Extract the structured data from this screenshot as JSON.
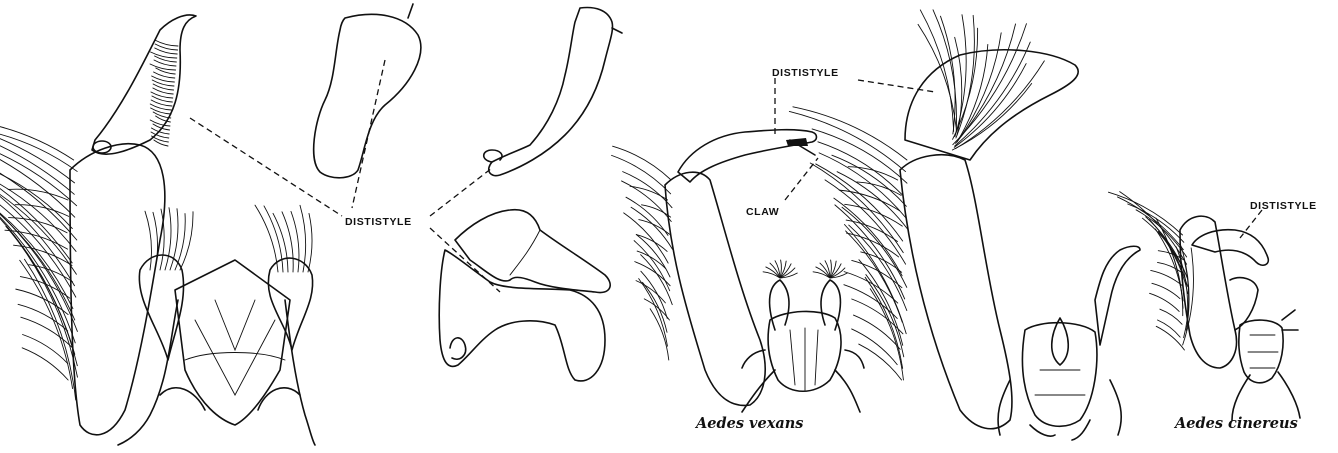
{
  "labels": {
    "dististyle_main": "DISTISTYLE",
    "dististyle_vexans": "DISTISTYLE",
    "claw": "CLAW",
    "dististyle_cinereus": "DISTISTYLE"
  },
  "captions": {
    "vexans": "Aedes vexans",
    "cinereus": "Aedes cinereus"
  }
}
